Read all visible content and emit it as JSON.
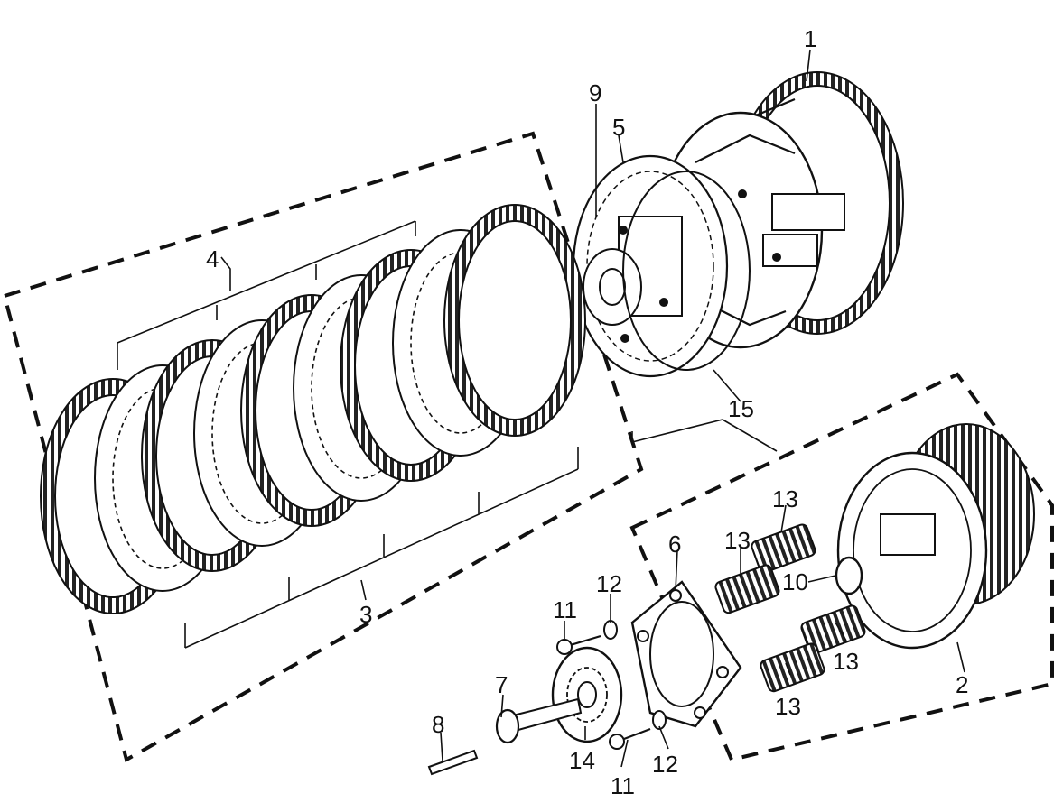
{
  "diagram": {
    "callouts": [
      {
        "id": "c1",
        "text": "1"
      },
      {
        "id": "c2",
        "text": "2"
      },
      {
        "id": "c3",
        "text": "3"
      },
      {
        "id": "c4",
        "text": "4"
      },
      {
        "id": "c5",
        "text": "5"
      },
      {
        "id": "c6",
        "text": "6"
      },
      {
        "id": "c7",
        "text": "7"
      },
      {
        "id": "c8",
        "text": "8"
      },
      {
        "id": "c9",
        "text": "9"
      },
      {
        "id": "c10",
        "text": "10"
      },
      {
        "id": "c11a",
        "text": "11"
      },
      {
        "id": "c11b",
        "text": "11"
      },
      {
        "id": "c12a",
        "text": "12"
      },
      {
        "id": "c12b",
        "text": "12"
      },
      {
        "id": "c13a",
        "text": "13"
      },
      {
        "id": "c13b",
        "text": "13"
      },
      {
        "id": "c13c",
        "text": "13"
      },
      {
        "id": "c13d",
        "text": "13"
      },
      {
        "id": "c14",
        "text": "14"
      },
      {
        "id": "c15",
        "text": "15"
      }
    ],
    "colors": {
      "ink": "#111111",
      "background": "#ffffff"
    }
  }
}
